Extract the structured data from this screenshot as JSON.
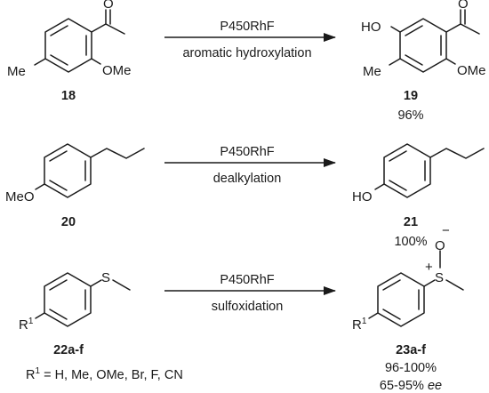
{
  "reactions": [
    {
      "substrate_label": "18",
      "substrate_atoms": {
        "me": "Me",
        "ome": "OMe",
        "o": "O"
      },
      "reagent": "P450RhF",
      "condition": "aromatic hydroxylation",
      "product_label": "19",
      "product_atoms": {
        "ho": "HO",
        "me": "Me",
        "ome": "OMe",
        "o": "O"
      },
      "yield": "96%"
    },
    {
      "substrate_label": "20",
      "substrate_atoms": {
        "meo": "MeO"
      },
      "reagent": "P450RhF",
      "condition": "dealkylation",
      "product_label": "21",
      "product_atoms": {
        "ho": "HO"
      },
      "yield": "100%"
    },
    {
      "substrate_label": "22a-f",
      "substrate_atoms": {
        "s": "S",
        "r": "R",
        "r_sup": "1"
      },
      "reagent": "P450RhF",
      "condition": "sulfoxidation",
      "product_label": "23a-f",
      "product_atoms": {
        "o": "O",
        "minus": "−",
        "s": "S",
        "plus": "+",
        "r": "R",
        "r_sup": "1"
      },
      "yield": "96-100%",
      "ee_value": "65-95%",
      "ee_unit": "ee"
    }
  ],
  "substituents": {
    "r": "R",
    "sup": "1",
    "values": " = H, Me, OMe, Br, F, CN"
  }
}
